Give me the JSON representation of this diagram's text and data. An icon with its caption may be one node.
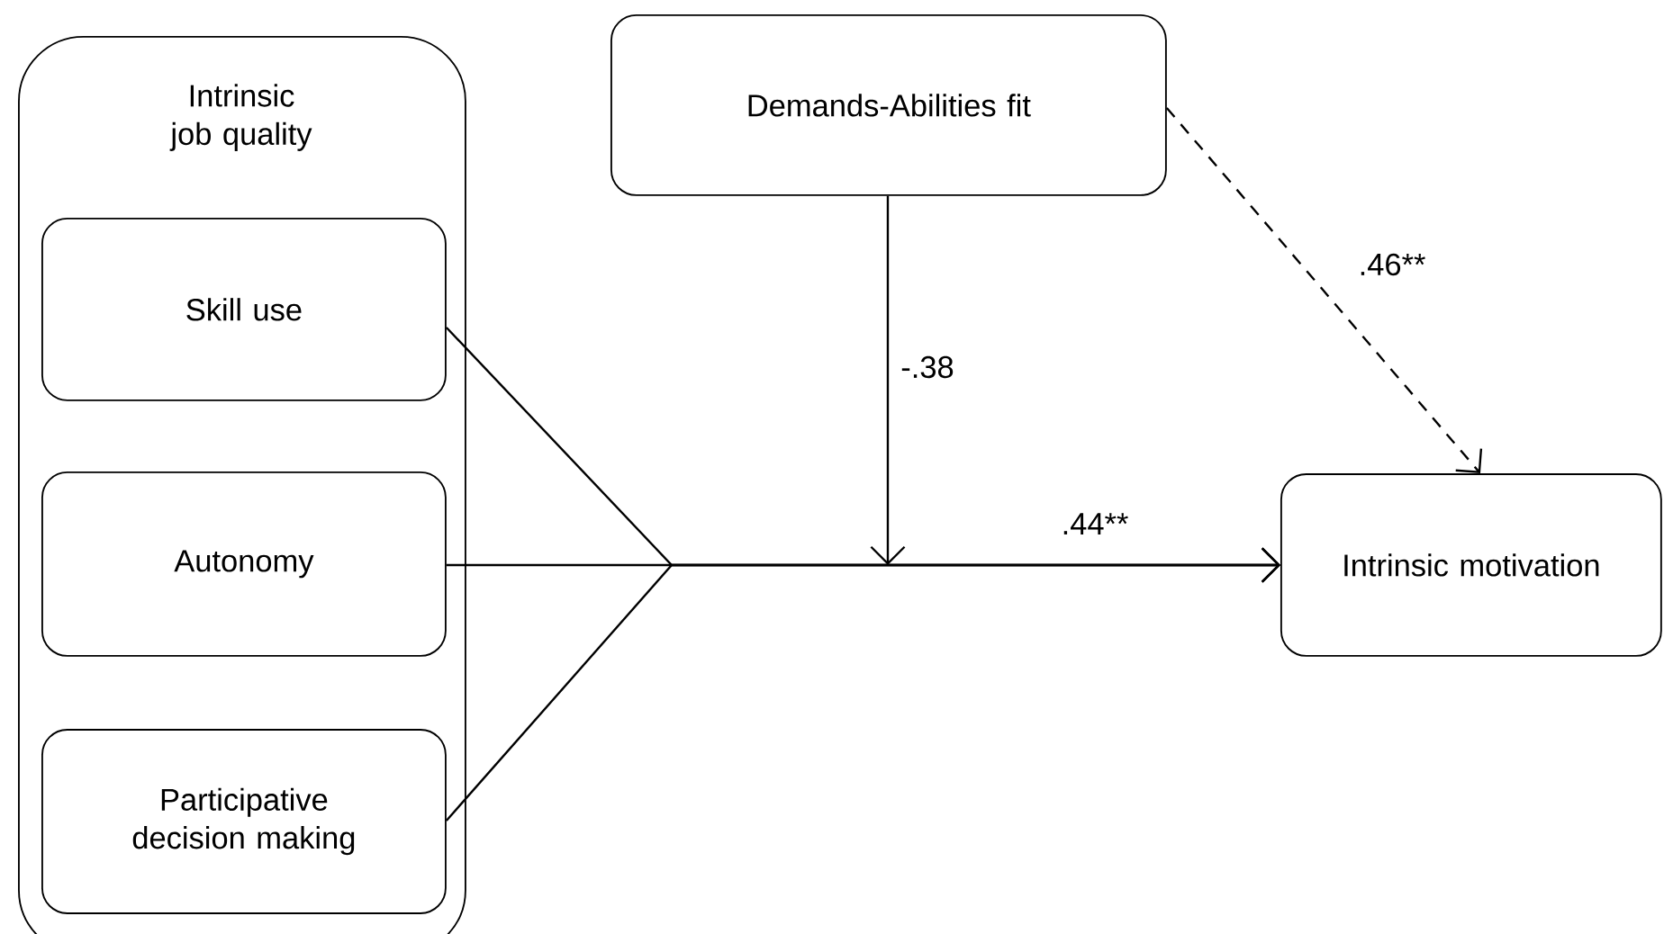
{
  "diagram": {
    "nodes": [
      {
        "text": [
          "Intrinsic job quality"
        ]
      },
      {
        "text": [
          "Skill use"
        ],
        "in": 0
      },
      {
        "text": [
          "Autonomy"
        ],
        "in": 0
      },
      {
        "text": [
          "Participative decision making"
        ],
        "in": 0
      },
      {
        "text": [
          "Demands-Abilities fit"
        ]
      },
      {
        "text": [
          "Intrinsic motivation"
        ]
      }
    ],
    "edges": [
      {
        "from": 1,
        "to": 5,
        "arrow": "to"
      },
      {
        "from": 2,
        "to": 5,
        "arrow": "to",
        "label": ".44**"
      },
      {
        "from": 3,
        "to": 5,
        "arrow": "to"
      },
      {
        "from": 4,
        "to": null,
        "arrow": "to",
        "label": "-.38"
      },
      {
        "from": 4,
        "to": 5,
        "arrow": "to",
        "label": ".46**",
        "style": "dashed"
      }
    ]
  }
}
